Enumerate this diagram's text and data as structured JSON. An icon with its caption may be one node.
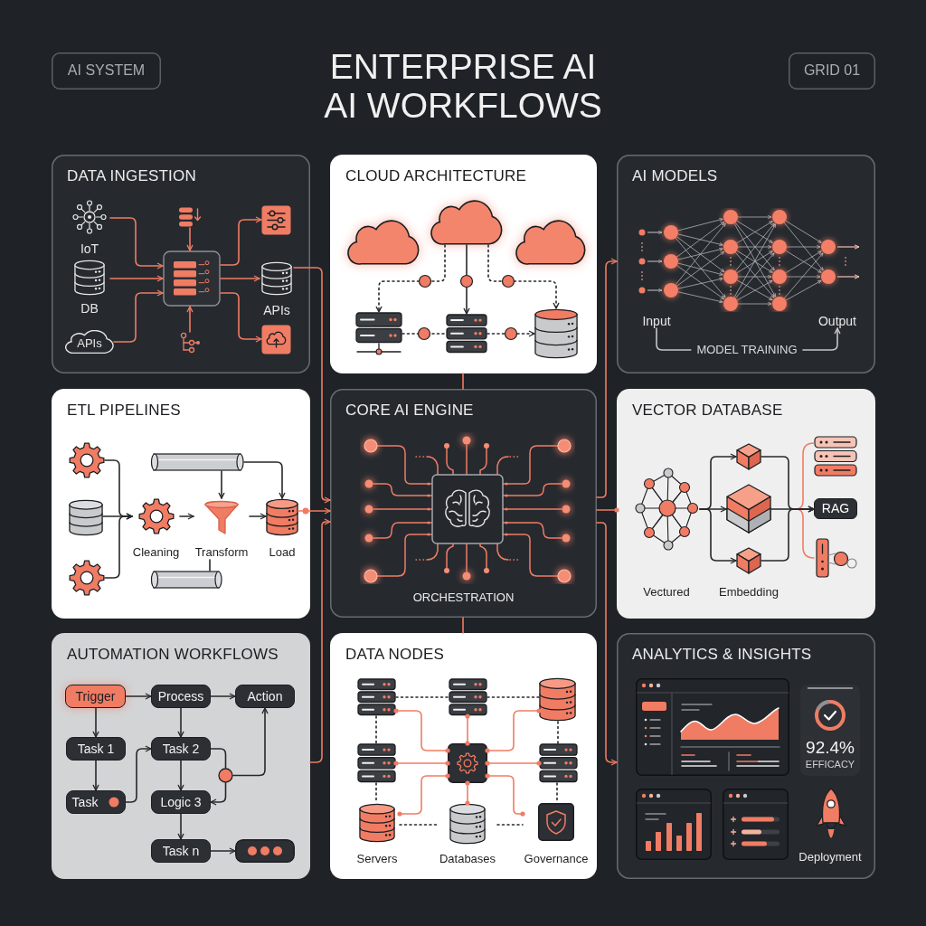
{
  "diagram": {
    "title": "ENTERPRISE AI AI WORKFLOWS",
    "nodes": [
      {
        "text": [
          "AI SYSTEM"
        ]
      },
      {
        "text": [
          "GRID 01"
        ]
      },
      {
        "text": [
          "DATA INGESTION"
        ]
      },
      {
        "text": [
          "IoT"
        ],
        "in": 2
      },
      {
        "text": [
          "DB"
        ],
        "in": 2
      },
      {
        "text": [
          "APIs"
        ],
        "in": 2
      },
      {
        "text": [],
        "shape": "cylinder",
        "in": 2
      },
      {
        "text": [],
        "shape": "box",
        "in": 2
      },
      {
        "text": [],
        "shape": "picture",
        "in": 2
      },
      {
        "text": [],
        "shape": "box",
        "in": 2
      },
      {
        "text": [
          "APIs"
        ],
        "in": 2
      },
      {
        "text": [],
        "shape": "box",
        "in": 2
      },
      {
        "text": [
          "CLOUD ARCHITECTURE"
        ]
      },
      {
        "text": [],
        "shape": "cloud",
        "in": 12
      },
      {
        "text": [],
        "shape": "cloud",
        "in": 12
      },
      {
        "text": [],
        "shape": "cloud",
        "in": 12
      },
      {
        "text": [],
        "shape": "server",
        "in": 12
      },
      {
        "text": [],
        "shape": "server",
        "in": 12
      },
      {
        "text": [],
        "shape": "cylinder",
        "in": 12
      },
      {
        "text": [
          "AI MODELS"
        ]
      },
      {
        "text": [
          "Input"
        ],
        "in": 19
      },
      {
        "text": [
          "Output"
        ],
        "in": 19
      },
      {
        "text": [
          "ETL PIPELINES"
        ]
      },
      {
        "text": [],
        "shape": "gear",
        "in": 22
      },
      {
        "text": [],
        "shape": "cylinder",
        "in": 22
      },
      {
        "text": [],
        "shape": "gear",
        "in": 22
      },
      {
        "text": [
          "Cleaning"
        ],
        "in": 22
      },
      {
        "text": [
          "Transform"
        ],
        "in": 22
      },
      {
        "text": [
          "Load"
        ],
        "in": 22
      },
      {
        "text": [],
        "shape": "cylinder",
        "in": 22
      },
      {
        "text": [],
        "shape": "cylinder",
        "in": 22
      },
      {
        "text": [
          "CORE AI ENGINE",
          "ORCHESTRATION"
        ]
      },
      {
        "text": [
          "VECTOR DATABASE"
        ]
      },
      {
        "text": [
          "Vectured"
        ],
        "in": 32
      },
      {
        "text": [],
        "shape": "cube",
        "in": 32
      },
      {
        "text": [],
        "shape": "cube",
        "in": 32
      },
      {
        "text": [],
        "shape": "cube",
        "in": 32
      },
      {
        "text": [
          "RAG"
        ],
        "in": 32
      },
      {
        "text": [
          "AUTOMATION WORKFLOWS"
        ]
      },
      {
        "text": [
          "Trigger"
        ],
        "in": 38
      },
      {
        "text": [
          "Process"
        ],
        "in": 38
      },
      {
        "text": [
          "Action"
        ],
        "in": 38
      },
      {
        "text": [
          "Task 1"
        ],
        "in": 38
      },
      {
        "text": [
          "Task 2"
        ],
        "in": 38
      },
      {
        "text": [
          "Task"
        ],
        "in": 38
      },
      {
        "text": [
          "Logic 3"
        ],
        "in": 38
      },
      {
        "text": [
          "Task n"
        ],
        "in": 38
      },
      {
        "text": [],
        "shape": "box",
        "in": 38
      },
      {
        "text": [],
        "shape": "circle",
        "in": 38
      },
      {
        "text": [
          "DATA NODES"
        ]
      },
      {
        "text": [],
        "shape": "server",
        "in": 49
      },
      {
        "text": [],
        "shape": "server",
        "in": 49
      },
      {
        "text": [],
        "shape": "cylinder",
        "in": 49
      },
      {
        "text": [],
        "shape": "server",
        "in": 49
      },
      {
        "text": [],
        "shape": "box",
        "in": 49
      },
      {
        "text": [],
        "shape": "server",
        "in": 49
      },
      {
        "text": [
          "Servers"
        ],
        "in": 49
      },
      {
        "text": [
          "Databases"
        ],
        "in": 49
      },
      {
        "text": [
          "Governance"
        ],
        "in": 49
      },
      {
        "text": [
          "ANALYTICS & INSIGHTS"
        ]
      },
      {
        "text": [
          "92.4%",
          "EFFICACY"
        ],
        "in": 59
      }
    ],
    "edges": [
      {
        "from": 3,
        "to": 7,
        "arrow": "to",
        "color": "#f07c64"
      },
      {
        "from": 4,
        "to": 7,
        "arrow": "to",
        "color": "#f07c64"
      },
      {
        "from": 5,
        "to": 7,
        "arrow": "to",
        "color": "#f07c64"
      },
      {
        "from": 6,
        "to": 7,
        "arrow": "to",
        "color": "#f07c64"
      },
      {
        "from": 8,
        "to": 7,
        "arrow": "to",
        "color": "#f07c64"
      },
      {
        "from": 7,
        "to": 9,
        "arrow": "to",
        "color": "#f07c64"
      },
      {
        "from": 7,
        "to": 10,
        "arrow": "to",
        "color": "#f07c64"
      },
      {
        "from": 7,
        "to": 11,
        "arrow": "to",
        "color": "#f07c64"
      },
      {
        "from": 14,
        "to": 16,
        "arrow": "to",
        "style": "dashed"
      },
      {
        "from": 14,
        "to": 17,
        "arrow": "to"
      },
      {
        "from": 14,
        "to": 18,
        "arrow": "to",
        "style": "dashed"
      },
      {
        "from": 16,
        "to": 17,
        "arrow": "none",
        "style": "dashed"
      },
      {
        "from": 17,
        "to": 18,
        "arrow": "to",
        "style": "dashed"
      },
      {
        "from": 20,
        "to": 21,
        "arrow": "to",
        "label": "MODEL TRAINING",
        "color": "#c4c7cc"
      },
      {
        "from": 23,
        "to": 26,
        "arrow": "to"
      },
      {
        "from": 24,
        "to": 26,
        "arrow": "to"
      },
      {
        "from": 25,
        "to": 26,
        "arrow": "to"
      },
      {
        "from": 26,
        "to": 27,
        "arrow": "to"
      },
      {
        "from": 27,
        "to": 28,
        "arrow": "to"
      },
      {
        "from": 29,
        "to": 27,
        "arrow": "to"
      },
      {
        "from": 29,
        "to": 28,
        "arrow": "to"
      },
      {
        "from": 27,
        "to": 30,
        "arrow": "none"
      },
      {
        "from": 33,
        "to": 34,
        "arrow": "to"
      },
      {
        "from": 33,
        "to": 35,
        "arrow": "to"
      },
      {
        "from": 33,
        "to": 36,
        "arrow": "to"
      },
      {
        "from": 34,
        "to": 37,
        "arrow": "to"
      },
      {
        "from": 35,
        "to": 37,
        "arrow": "to"
      },
      {
        "from": 36,
        "to": 37,
        "arrow": "to"
      },
      {
        "from": 39,
        "to": 40,
        "arrow": "to"
      },
      {
        "from": 40,
        "to": 41,
        "arrow": "to"
      },
      {
        "from": 39,
        "to": 42,
        "arrow": "to"
      },
      {
        "from": 40,
        "to": 43,
        "arrow": "to"
      },
      {
        "from": 42,
        "to": 44,
        "arrow": "to"
      },
      {
        "from": 44,
        "to": 43,
        "arrow": "to"
      },
      {
        "from": 43,
        "to": 45,
        "arrow": "to"
      },
      {
        "from": 43,
        "to": 48,
        "arrow": "none"
      },
      {
        "from": 48,
        "to": 45,
        "arrow": "to"
      },
      {
        "from": 48,
        "to": 41,
        "arrow": "to"
      },
      {
        "from": 45,
        "to": 46,
        "arrow": "to"
      },
      {
        "from": 46,
        "to": 47,
        "arrow": "to"
      },
      {
        "from": 50,
        "to": 51,
        "arrow": "none",
        "style": "dashed"
      },
      {
        "from": 51,
        "to": 52,
        "arrow": "none",
        "style": "dashed"
      },
      {
        "from": 50,
        "to": 53,
        "arrow": "none",
        "style": "dashed"
      },
      {
        "from": 52,
        "to": 55,
        "arrow": "none",
        "style": "dashed"
      },
      {
        "from": 53,
        "to": 56,
        "arrow": "none",
        "style": "dashed"
      },
      {
        "from": 55,
        "to": 58,
        "arrow": "none",
        "style": "dashed"
      },
      {
        "from": 56,
        "to": 57,
        "arrow": "none",
        "style": "dashed"
      },
      {
        "from": 57,
        "to": 58,
        "arrow": "none",
        "style": "dashed"
      },
      {
        "from": 54,
        "to": 50,
        "arrow": "other",
        "color": "#f07c64"
      },
      {
        "from": 54,
        "to": 51,
        "arrow": "other",
        "color": "#f07c64"
      },
      {
        "from": 54,
        "to": 52,
        "arrow": "other",
        "color": "#f07c64"
      },
      {
        "from": 54,
        "to": 53,
        "arrow": "other",
        "color": "#f07c64"
      },
      {
        "from": 54,
        "to": 55,
        "arrow": "other",
        "color": "#f07c64"
      },
      {
        "from": 54,
        "to": 56,
        "arrow": "other",
        "color": "#f07c64"
      },
      {
        "from": 54,
        "to": 57,
        "arrow": "other",
        "color": "#f07c64"
      },
      {
        "from": 54,
        "to": 58,
        "arrow": "other",
        "color": "#f07c64"
      },
      {
        "from": 10,
        "to": 31,
        "arrow": "to",
        "color": "#f07c64"
      },
      {
        "from": 28,
        "to": 31,
        "arrow": "to",
        "color": "#f07c64"
      },
      {
        "from": 38,
        "to": 31,
        "arrow": "to",
        "color": "#f07c64"
      },
      {
        "from": 12,
        "to": 31,
        "arrow": "none",
        "color": "#f07c64"
      },
      {
        "from": 31,
        "to": 49,
        "arrow": "none",
        "color": "#f07c64"
      },
      {
        "from": 31,
        "to": 19,
        "arrow": "to",
        "color": "#f07c64"
      },
      {
        "from": 31,
        "to": 32,
        "arrow": "other",
        "color": "#f07c64"
      },
      {
        "from": 31,
        "to": 59,
        "arrow": "to",
        "color": "#f07c64"
      }
    ],
    "labels": [
      "Embedding",
      "Deployment"
    ]
  }
}
